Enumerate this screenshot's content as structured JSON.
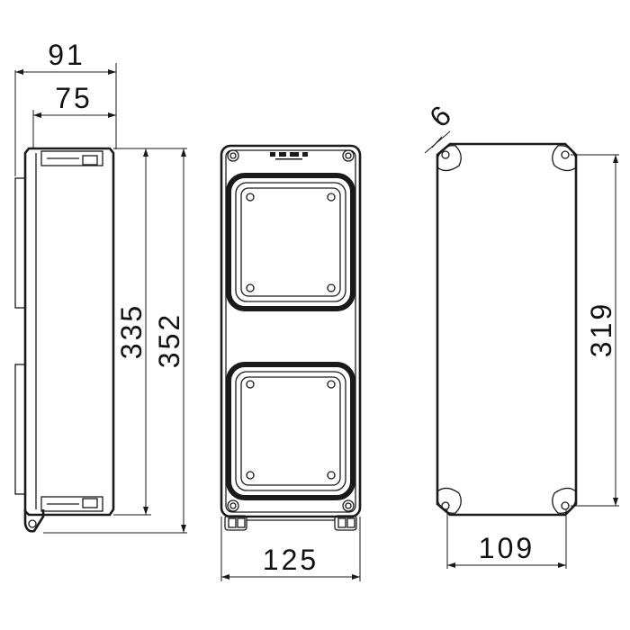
{
  "drawing": {
    "dimensions": {
      "side_total_depth": "91",
      "side_body_depth": "75",
      "side_inner_height": "335",
      "side_total_height": "352",
      "front_width": "125",
      "back_hole_size": "6",
      "back_hole_vertical_pitch": "319",
      "back_hole_horizontal_pitch": "109"
    },
    "colors": {
      "line": "#1a1a1a",
      "background": "#ffffff"
    }
  }
}
